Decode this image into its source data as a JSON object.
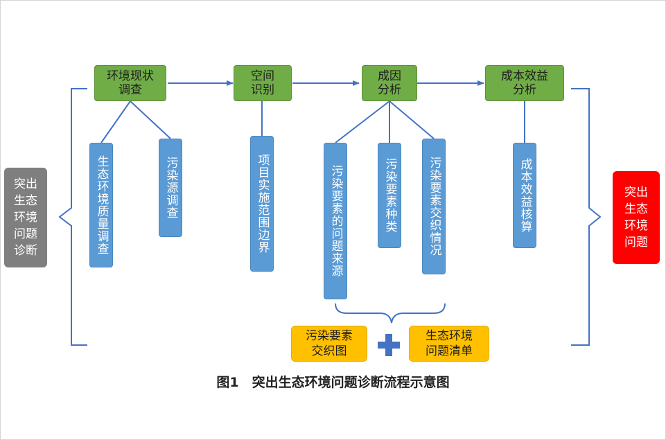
{
  "colors": {
    "step": "#70ad47",
    "sub": "#5b9bd5",
    "input": "#7f7f7f",
    "output": "#ff0000",
    "result": "#ffc000",
    "line": "#4472c4"
  },
  "steps": [
    {
      "label": "环境现状\n调查"
    },
    {
      "label": "空间\n识别"
    },
    {
      "label": "成因\n分析"
    },
    {
      "label": "成本效益\n分析"
    }
  ],
  "sub_items": [
    {
      "label": "生态环境质量调查"
    },
    {
      "label": "污染源调查"
    },
    {
      "label": "项目实施范围边界"
    },
    {
      "label": "污染要素的问题来源"
    },
    {
      "label": "污染要素种类"
    },
    {
      "label": "污染要素交织情况"
    },
    {
      "label": "成本效益核算"
    }
  ],
  "left_box": {
    "label": "突出\n生态\n环境\n问题\n诊断"
  },
  "right_box": {
    "label": "突出\n生态\n环境\n问题"
  },
  "outputs": [
    {
      "label": "污染要素\n交织图"
    },
    {
      "label": "生态环境\n问题清单"
    }
  ],
  "plus_icon": "plus-icon",
  "caption": "图1　突出生态环境问题诊断流程示意图"
}
